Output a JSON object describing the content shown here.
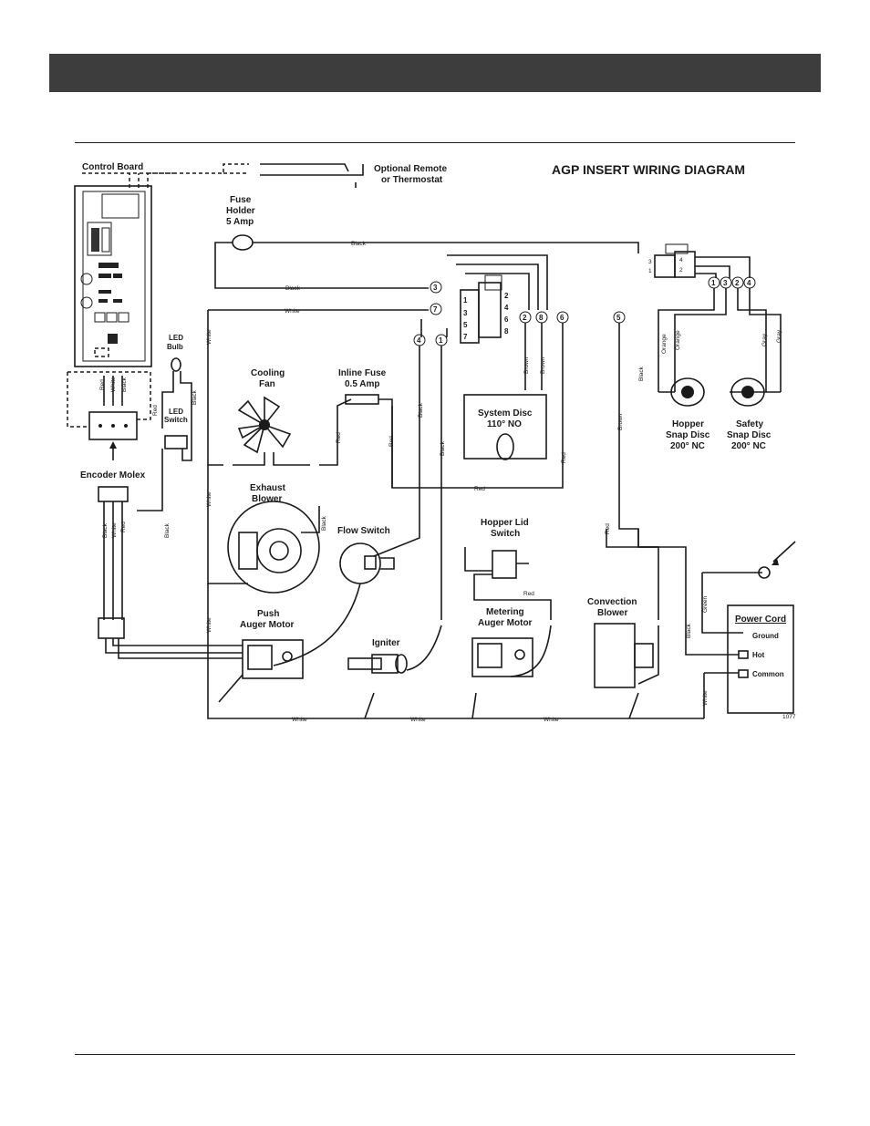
{
  "title": "AGP INSERT WIRING DIAGRAM",
  "figure_number": "1077",
  "components": {
    "control_board": "Control Board",
    "remote": [
      "Optional Remote",
      "or Thermostat"
    ],
    "fuse_holder": [
      "Fuse",
      "Holder",
      "5 Amp"
    ],
    "led_bulb": [
      "LED",
      "Bulb"
    ],
    "led_switch": [
      "LED",
      "Switch"
    ],
    "cooling_fan": [
      "Cooling",
      "Fan"
    ],
    "inline_fuse": [
      "Inline Fuse",
      "0.5 Amp"
    ],
    "system_disc": [
      "System Disc",
      "110° NO"
    ],
    "hopper_snap": [
      "Hopper",
      "Snap Disc",
      "200° NC"
    ],
    "safety_snap": [
      "Safety",
      "Snap Disc",
      "200° NC"
    ],
    "encoder_molex": "Encoder Molex",
    "exhaust_blower": [
      "Exhaust",
      "Blower"
    ],
    "flow_switch": "Flow Switch",
    "hopper_lid": [
      "Hopper Lid",
      "Switch"
    ],
    "push_auger": [
      "Push",
      "Auger Motor"
    ],
    "igniter": "Igniter",
    "metering_auger": [
      "Metering",
      "Auger Motor"
    ],
    "convection_blower": [
      "Convection",
      "Blower"
    ],
    "power_cord": "Power Cord",
    "power_cord_terminals": [
      "Ground",
      "Hot",
      "Common"
    ]
  },
  "wire_labels": {
    "black": "Black",
    "white": "White",
    "red": "Red",
    "brown": "Brown",
    "orange": "Orange",
    "gray": "Gray",
    "green": "Green"
  },
  "terminal_numbers": {
    "main_left": [
      "1",
      "3",
      "5",
      "7"
    ],
    "main_right": [
      "2",
      "4",
      "6",
      "8"
    ],
    "small_left": [
      "3",
      "1"
    ],
    "small_right": [
      "4",
      "2"
    ],
    "circled_main": [
      "3",
      "7",
      "4",
      "1",
      "2",
      "8",
      "6",
      "5"
    ],
    "circled_snap": [
      "1",
      "3",
      "2",
      "4"
    ]
  }
}
